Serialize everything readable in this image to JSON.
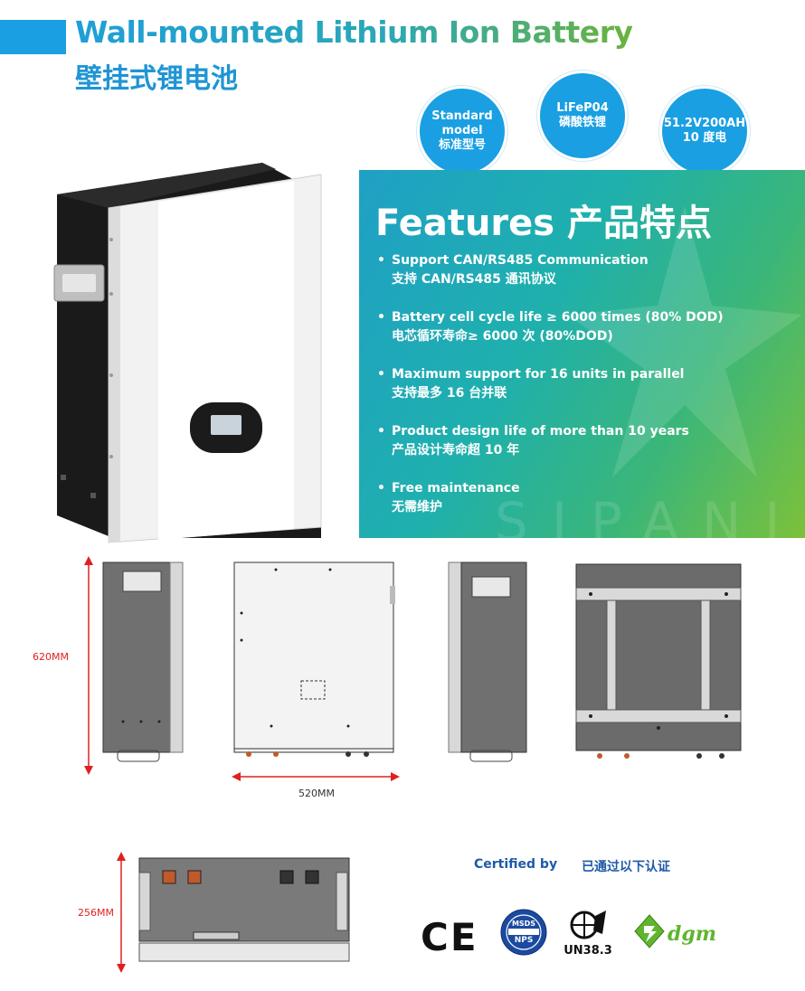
{
  "header": {
    "title_en": "Wall-mounted Lithium Ion Battery",
    "title_cn": "壁挂式锂电池"
  },
  "badges": [
    {
      "line1": "Standard",
      "line2": "model",
      "line3": "标准型号"
    },
    {
      "line1": "LiFeP04",
      "line2": "磷酸铁锂"
    },
    {
      "line1": "51.2V200AH",
      "line2": "10 度电"
    }
  ],
  "features": {
    "title": "Features 产品特点",
    "items": [
      {
        "en": "Support CAN/RS485 Communication",
        "cn": "支持 CAN/RS485 通讯协议"
      },
      {
        "en": "Battery cell cycle life ≥ 6000 times (80% DOD)",
        "cn": "电芯循环寿命≥ 6000 次 (80%DOD)"
      },
      {
        "en": "Maximum support for 16 units in parallel",
        "cn": "支持最多 16 台并联"
      },
      {
        "en": "Product design life of more than 10 years",
        "cn": "产品设计寿命超 10 年"
      },
      {
        "en": "Free maintenance",
        "cn": "无需维护"
      }
    ],
    "watermark": "SIPANI"
  },
  "dimensions": {
    "height": "620MM",
    "width": "520MM",
    "depth": "256MM"
  },
  "certification": {
    "label_en": "Certified by",
    "label_cn": "已通过以下认证",
    "ce": "CE",
    "msds_top": "MSDS",
    "msds_bottom": "NPS",
    "un": "UN38.3",
    "dgm": "dgm"
  },
  "colors": {
    "accent_blue": "#1aa0e2",
    "dim_red": "#e02020",
    "panel_green": "#7cc13a"
  }
}
